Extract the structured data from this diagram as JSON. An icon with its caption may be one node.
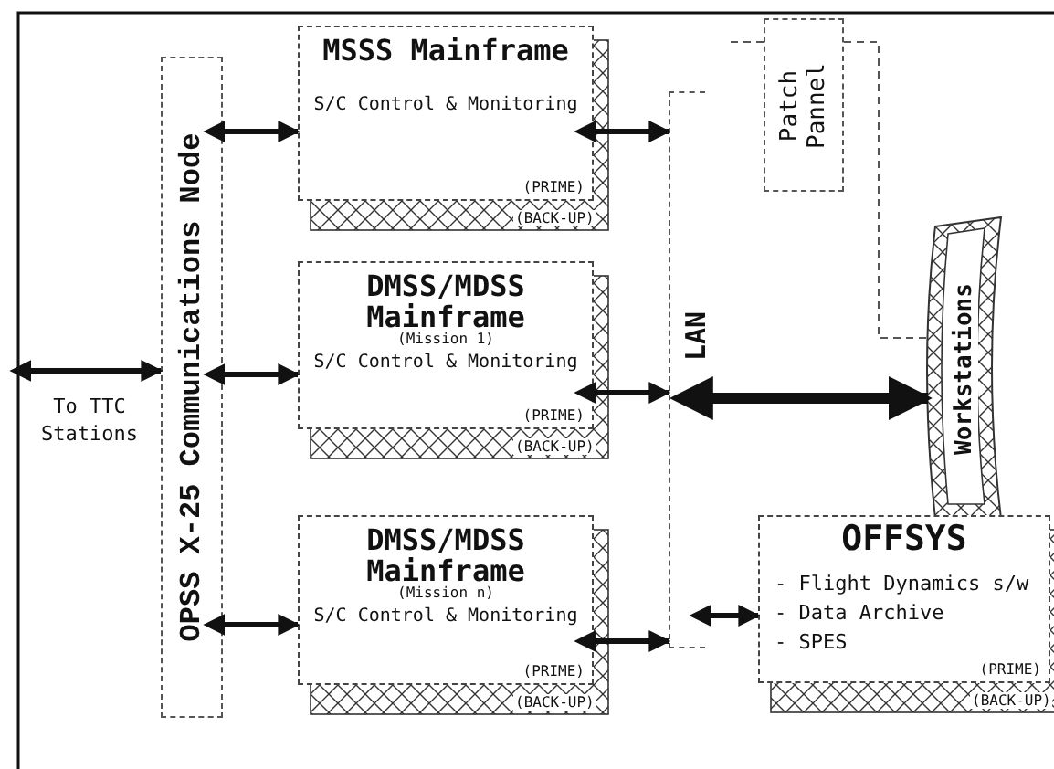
{
  "diagram": {
    "nodes": [
      {
        "text": [
          "OPSS X-25 Communications Node"
        ]
      },
      {
        "text": [
          "MSSS Mainframe",
          "S/C Control & Monitoring",
          "(PRIME)"
        ],
        "beside": [
          "(BACK-UP)"
        ]
      },
      {
        "text": [
          "DMSS/MDSS Mainframe",
          "(Mission 1)",
          "S/C Control & Monitoring",
          "(PRIME)"
        ],
        "beside": [
          "(BACK-UP)"
        ]
      },
      {
        "text": [
          "DMSS/MDSS Mainframe",
          "(Mission n)",
          "S/C Control & Monitoring",
          "(PRIME)"
        ],
        "beside": [
          "(BACK-UP)"
        ]
      },
      {
        "text": [
          "LAN"
        ]
      },
      {
        "text": [
          "Patch Pannel"
        ]
      },
      {
        "text": [
          "Workstations"
        ]
      },
      {
        "text": [
          "OFFSYS",
          "- Flight Dynamics s/w",
          "- Data Archive",
          "- SPES",
          "(PRIME)"
        ],
        "beside": [
          "(BACK-UP)"
        ]
      },
      {
        "text": [
          "To TTC Stations"
        ]
      }
    ],
    "edges": [
      {
        "from": 8,
        "to": 0,
        "arrow": "both"
      },
      {
        "from": 0,
        "to": 1,
        "arrow": "both"
      },
      {
        "from": 0,
        "to": 2,
        "arrow": "both"
      },
      {
        "from": 0,
        "to": 3,
        "arrow": "both"
      },
      {
        "from": 1,
        "to": 4,
        "arrow": "both"
      },
      {
        "from": 2,
        "to": 4,
        "arrow": "both"
      },
      {
        "from": 3,
        "to": 4,
        "arrow": "both"
      },
      {
        "from": 4,
        "to": 6,
        "arrow": "both",
        "style": "thick"
      },
      {
        "from": 4,
        "to": 7,
        "arrow": "both"
      },
      {
        "from": 5,
        "to": 6,
        "arrow": "none",
        "style": "dashed"
      },
      {
        "from": null,
        "to": 5,
        "arrow": "none",
        "style": "dashed"
      }
    ],
    "labels": []
  }
}
